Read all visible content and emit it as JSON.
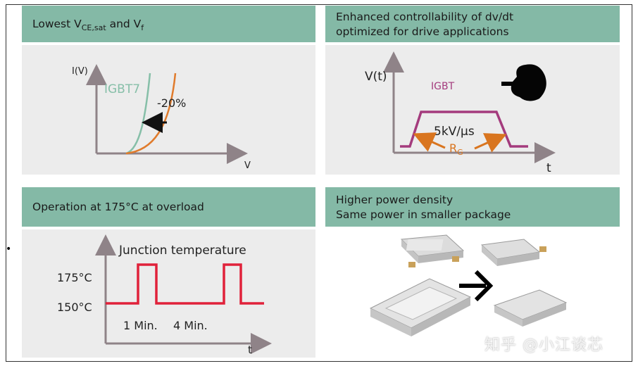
{
  "panels": {
    "top_left": {
      "header_prefix": "Lowest  V",
      "header_sub1": "CE,sat",
      "header_mid": " and V",
      "header_sub2": "f",
      "y_label": "I(V)",
      "x_label": "V",
      "igbt7_label": "IGBT7",
      "reduction_label": "-20%"
    },
    "top_right": {
      "header_line1": "Enhanced controllability of dv/dt",
      "header_line2": "optimized for drive applications",
      "y_label": "V(t)",
      "x_label": "t",
      "igbt_label": "IGBT",
      "slope_label": "5kV/µs",
      "rg_label": "R",
      "rg_sub": "G"
    },
    "bottom_left": {
      "header": "Operation at 175°C at overload",
      "title": "Junction temperature",
      "temp_high": "175°C",
      "temp_low": "150°C",
      "duration_1": "1 Min.",
      "duration_2": "4 Min.",
      "x_label": "t"
    },
    "bottom_right": {
      "header_line1": "Higher power density",
      "header_line2": "Same power in smaller package"
    }
  },
  "bullet": "•",
  "watermark": "知乎 @小江谈芯",
  "colors": {
    "header_bg": "#84b9a6",
    "panel_bg": "#ececec",
    "igbt7_curve": "#86bfa8",
    "old_curve": "#e07b2c",
    "igbt_pulse": "#a43b7d",
    "rg_arrow": "#d9751f",
    "temp_pulse": "#e0213a",
    "axis": "#8f8388"
  }
}
